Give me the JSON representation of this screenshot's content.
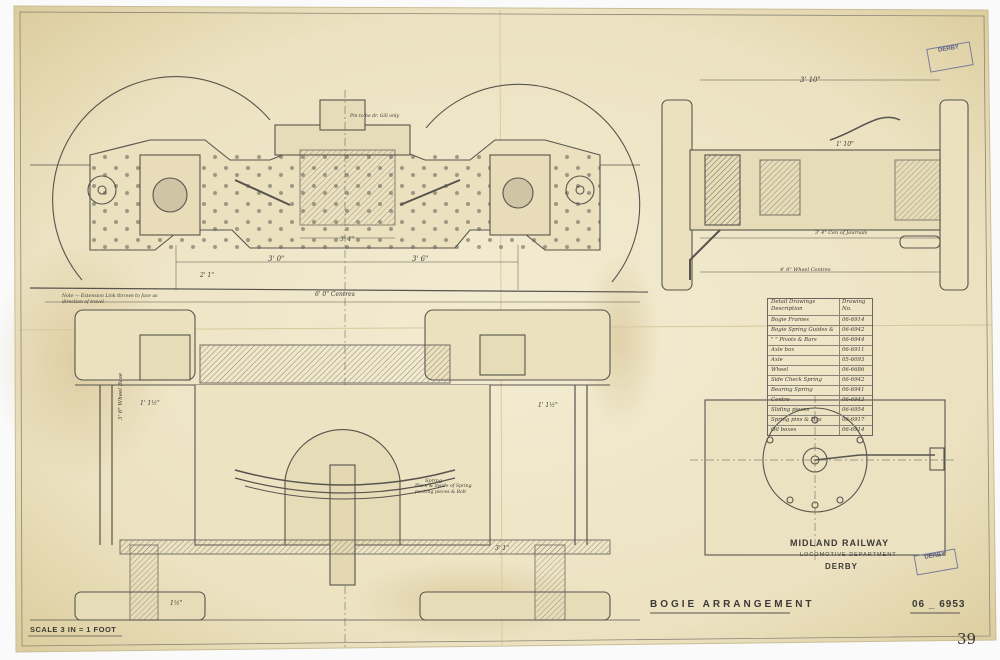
{
  "drawing": {
    "title": "BOGIE ARRANGEMENT",
    "number": "06 _ 6953",
    "scale": "SCALE 3 IN = 1 FOOT",
    "railway": "MIDLAND RAILWAY",
    "department": "LOCOMOTIVE DEPARTMENT",
    "location": "DERBY",
    "sheet_mark": "39"
  },
  "dimensions": {
    "wheelbase_left": "3' 0\"",
    "wheelbase_right": "3' 6\"",
    "centres_top": "2' 1\"",
    "centres_bottom": "6' 0\" Centres",
    "mid_span": "3' 4\"",
    "side_width": "3' 10\"",
    "side_lower": "4' 8\" Wheel Centres",
    "side_centre": "3' 4\" Cen of Journals",
    "side_detail": "1' 10\"",
    "plan_left_a": "1' 1½\"",
    "plan_left_b": "3' 6\" Wheel Base",
    "plan_right": "1' 1½\"",
    "plan_lower_a": "3' 1\"",
    "plan_lower_b": "1½\""
  },
  "notes": {
    "top_note": "Note — Extension Link thrown to face as direction of travel",
    "spring_note": "Spring",
    "spring_note2": "Place & inside of Spring packing pieces & Bolt",
    "pin_note": "Pin to be dr. Gill only"
  },
  "table": {
    "header_left": "Detail Drawings Description",
    "header_right": "Drawing No.",
    "rows": [
      {
        "item": "Bogie Frames",
        "no": "06-6914"
      },
      {
        "item": "Bogie Spring Guides & Pt. Stretchers",
        "no": "06-6942"
      },
      {
        "item": "\" \" Pivots & Bars",
        "no": "06-6944"
      },
      {
        "item": "Axle box",
        "no": "06-6911"
      },
      {
        "item": "Axle",
        "no": "05-6093"
      },
      {
        "item": "Wheel",
        "no": "06-6686"
      },
      {
        "item": "Side Check Spring",
        "no": "06-6942"
      },
      {
        "item": "Bearing Spring",
        "no": "06-6941"
      },
      {
        "item": "Centre",
        "no": "06-6943"
      },
      {
        "item": "Sliding pieces",
        "no": "06-6954"
      },
      {
        "item": "Spring pins & Hgs",
        "no": "06-6917"
      },
      {
        "item": "Oil boxes",
        "no": "06-6914"
      }
    ]
  },
  "stamps": {
    "top": "DERBY",
    "bottom": "DERBY"
  },
  "colors": {
    "paper": "#efe6c9",
    "paper_dark": "#e0d3a8",
    "ink": "#55524b",
    "stain": "#c9b27a"
  }
}
